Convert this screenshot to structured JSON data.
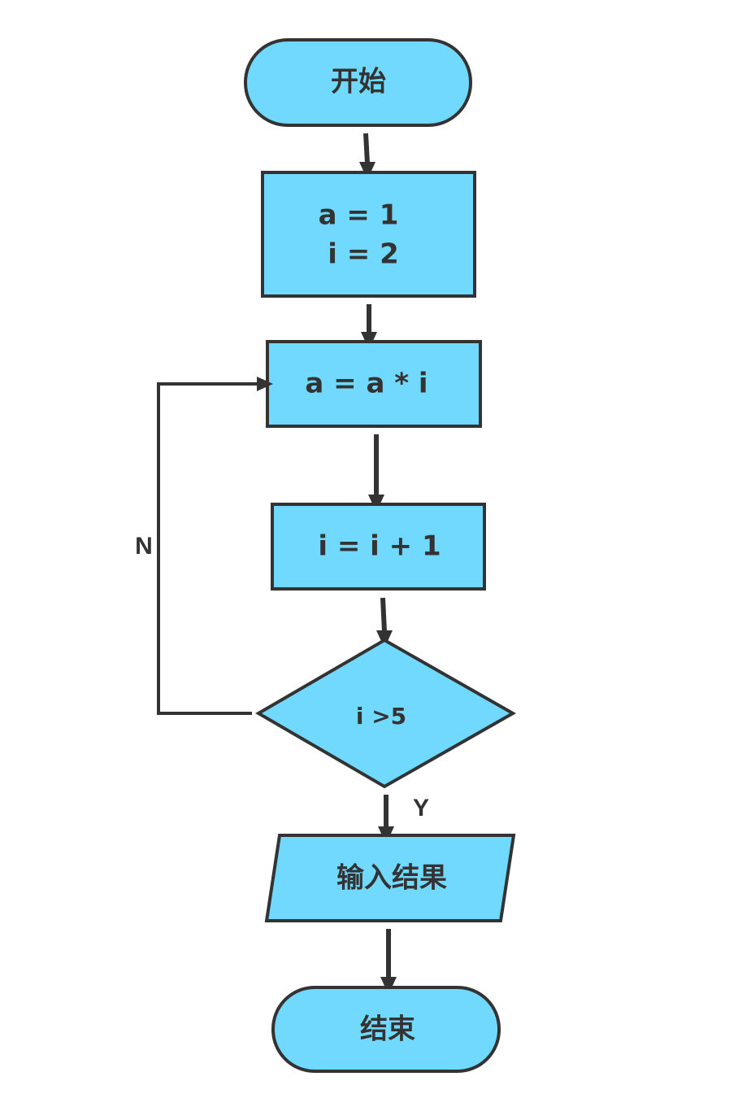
{
  "nodes": {
    "start": {
      "label": "开始"
    },
    "init": {
      "line1": "a = 1",
      "line2": "i = 2"
    },
    "multiply": {
      "label": "a = a * i"
    },
    "increment": {
      "label": "i = i + 1"
    },
    "condition": {
      "label": "i >5"
    },
    "output": {
      "label": "输入结果"
    },
    "end": {
      "label": "结束"
    }
  },
  "edges": {
    "no_label": "N",
    "yes_label": "Y"
  },
  "colors": {
    "fill": "#72d9fe",
    "stroke": "#333333"
  }
}
